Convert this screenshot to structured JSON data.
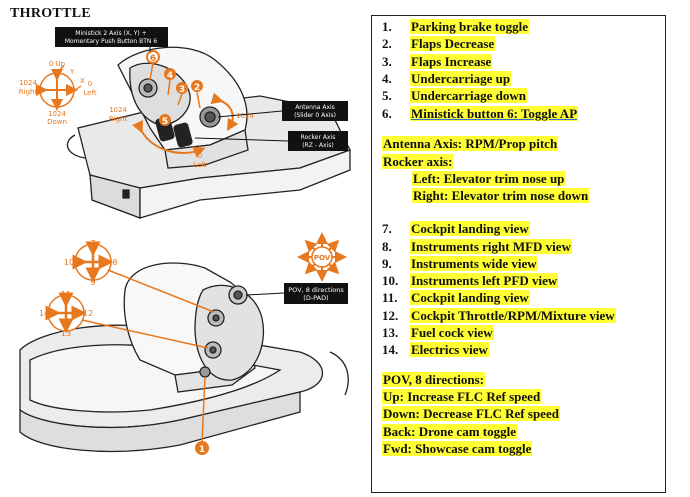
{
  "title": "THROTTLE",
  "callouts": {
    "ministick": [
      "Ministick 2 Axis (X, Y) +",
      "Momentary Push Button BTN 6"
    ],
    "antenna": [
      "Antenna Axis",
      "(Slider 0 Axis)"
    ],
    "rocker": [
      "Rocker Axis",
      "(RZ - Axis)"
    ],
    "pov": [
      "POV, 8 directions",
      "(D-PAD)"
    ],
    "pov_badge": "POV"
  },
  "axis_labels": {
    "up": "0 Up",
    "y": "Y",
    "x": "X",
    "right": "1024 Right",
    "right_a": "1024",
    "right_b": "Right",
    "left_a": "0",
    "left_b": "Left",
    "down_a": "1024",
    "down_b": "Down",
    "rocker_right_a": "1024",
    "rocker_right_b": "Right",
    "rocker_left_a": "0",
    "rocker_left_b": "Left"
  },
  "markers": [
    "1",
    "2",
    "3",
    "4",
    "5",
    "6"
  ],
  "view_cross_1": {
    "top": "7",
    "right": "8",
    "bottom": "9",
    "left": "10"
  },
  "view_cross_2": {
    "top": "11",
    "right": "12",
    "bottom": "13",
    "left": "14"
  },
  "legend": {
    "buttons": [
      {
        "num": "1.",
        "text": "Parking brake toggle"
      },
      {
        "num": "2.",
        "text": "Flaps Decrease"
      },
      {
        "num": "3.",
        "text": "Flaps Increase"
      },
      {
        "num": "4.",
        "text": "Undercarriage up"
      },
      {
        "num": "5.",
        "text": "Undercarriage down"
      },
      {
        "num": "6.",
        "text": "Ministick button 6: Toggle AP"
      }
    ],
    "antenna_line": "Antenna Axis: RPM/Prop pitch",
    "rocker_title": "Rocker axis:",
    "rocker_left": "Left: Elevator trim nose up",
    "rocker_right": "Right: Elevator trim nose down",
    "views": [
      {
        "num": "7.",
        "text": "Cockpit landing view"
      },
      {
        "num": "8.",
        "text": "Instruments right MFD  view"
      },
      {
        "num": "9.",
        "text": "Instruments wide view"
      },
      {
        "num": "10.",
        "text": "Instruments left PFD view"
      },
      {
        "num": "11.",
        "text": "Cockpit landing view"
      },
      {
        "num": "12.",
        "text": "Cockpit Throttle/RPM/Mixture view"
      },
      {
        "num": "13.",
        "text": "Fuel cock view"
      },
      {
        "num": "14.",
        "text": "Electrics view"
      }
    ],
    "pov_title": "POV, 8 directions:",
    "pov_items": [
      "Up: Increase FLC Ref speed",
      "Down: Decrease FLC Ref speed",
      "Back: Drone cam toggle",
      "Fwd: Showcase cam toggle"
    ]
  },
  "colors": {
    "accent": "#e8781e",
    "highlight": "#ffff33",
    "callout_bg": "#111111"
  }
}
